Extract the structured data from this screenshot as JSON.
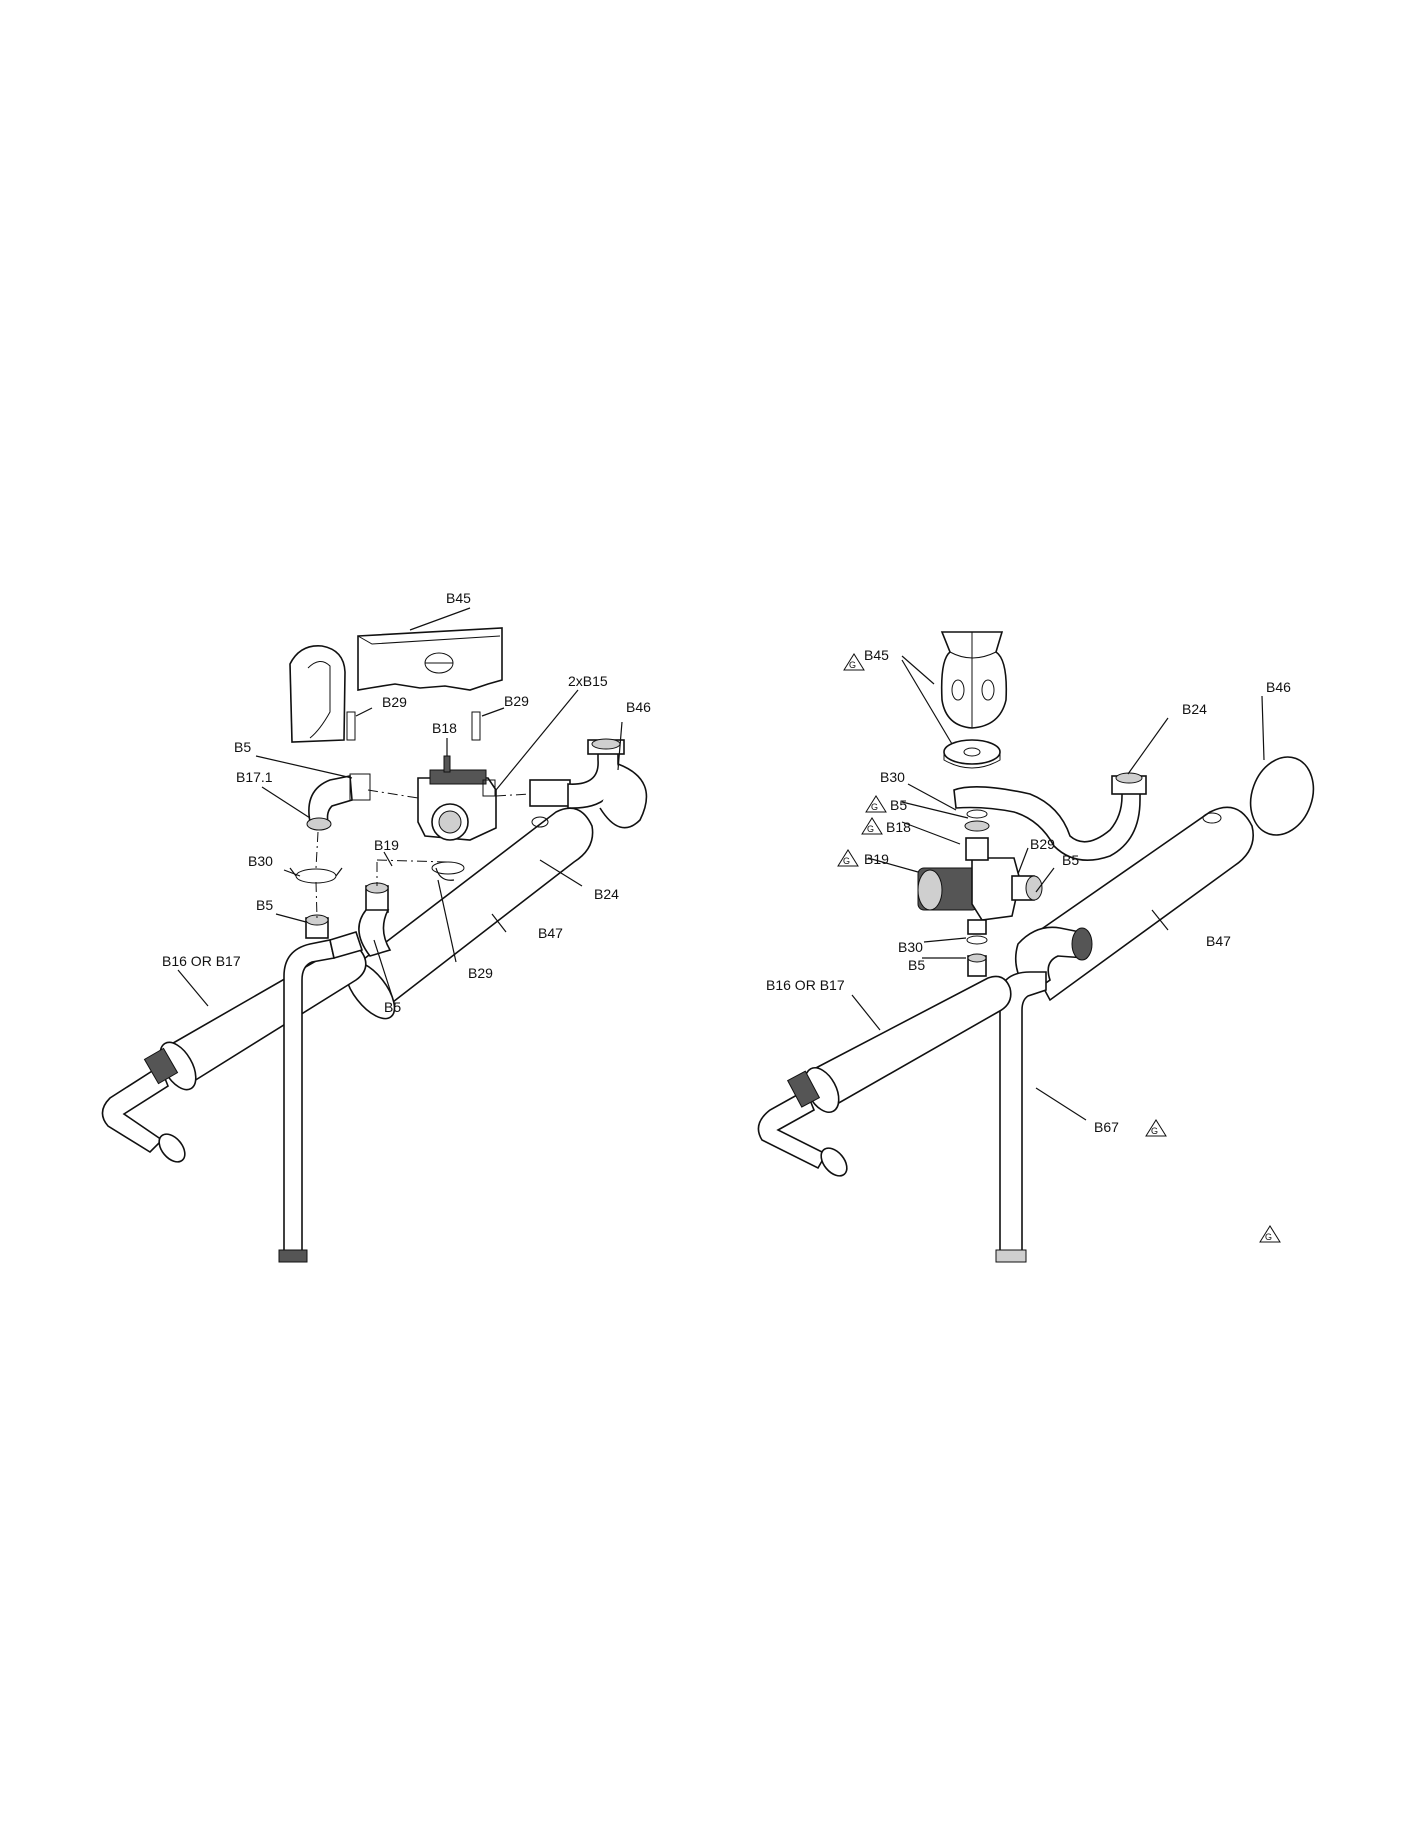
{
  "left_diagram": {
    "labels": {
      "b45": "B45",
      "b29a": "B29",
      "b29b": "B29",
      "b15": "2xB15",
      "b46": "B46",
      "b18": "B18",
      "b5a": "B5",
      "b17_1": "B17.1",
      "b19": "B19",
      "b30": "B30",
      "b5b": "B5",
      "b24": "B24",
      "b47": "B47",
      "b16": "B16 OR B17",
      "b29c": "B29",
      "b5c": "B5"
    }
  },
  "right_diagram": {
    "labels": {
      "b45": "B45",
      "b46": "B46",
      "b24": "B24",
      "b30a": "B30",
      "b5a": "B5",
      "b18": "B18",
      "b19": "B19",
      "b29": "B29",
      "b5b": "B5",
      "b30b": "B30",
      "b5c": "B5",
      "b47": "B47",
      "b16": "B16 OR B17",
      "b67": "B67"
    },
    "warning_symbol": "G"
  }
}
